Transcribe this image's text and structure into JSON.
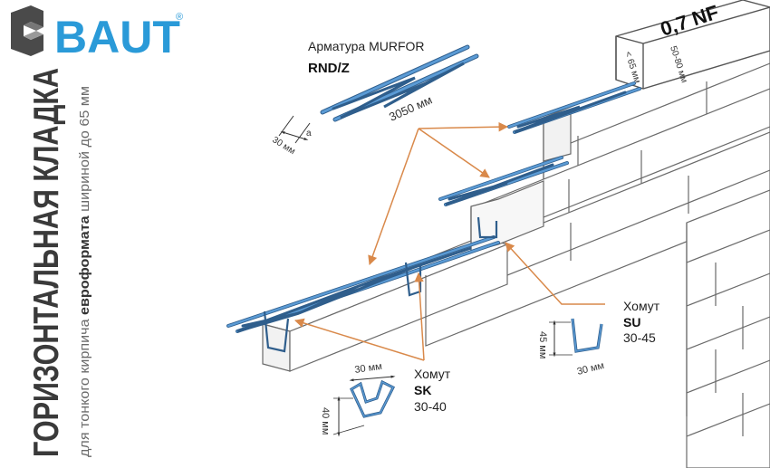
{
  "brand": {
    "name": "BAUT",
    "reg": "®"
  },
  "side": {
    "title": "ГОРИЗОНТАЛЬНАЯ КЛАДКА",
    "subtitle_pre": "для тонкого кирпича ",
    "subtitle_bold": "евроформата",
    "subtitle_post": " шириной до 65 мм"
  },
  "rebar": {
    "title": "Арматура MURFOR",
    "code": "RND/Z",
    "length": "3050 мм",
    "width": "30 мм",
    "dim_a": "a"
  },
  "brick": {
    "label": "0,7 NF",
    "w": "< 65 мм",
    "h": "50-80 мм"
  },
  "clip_sk": {
    "title": "Хомут",
    "code": "SK",
    "size": "30-40",
    "w": "30 мм",
    "h": "40 мм"
  },
  "clip_su": {
    "title": "Хомут",
    "code": "SU",
    "size": "30-45",
    "w": "30 мм",
    "h": "45 мм"
  },
  "colors": {
    "brand": "#2a9ad8",
    "rebar": "#5b9bd5",
    "rebar_dark": "#2f5e8c",
    "arrow": "#d9894a",
    "outline": "#555555"
  }
}
